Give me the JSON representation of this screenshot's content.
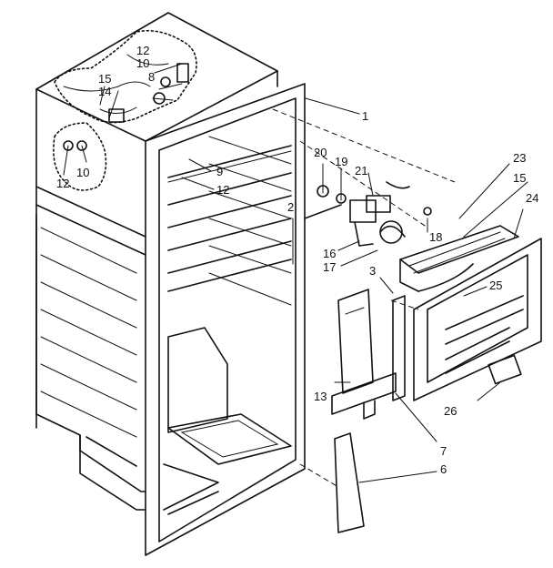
{
  "diagram": {
    "callouts": [
      {
        "id": "c1",
        "text": "1"
      },
      {
        "id": "c2",
        "text": "2"
      },
      {
        "id": "c3",
        "text": "3"
      },
      {
        "id": "c6",
        "text": "6"
      },
      {
        "id": "c7",
        "text": "7"
      },
      {
        "id": "c8",
        "text": "8"
      },
      {
        "id": "c9",
        "text": "9"
      },
      {
        "id": "c10a",
        "text": "10"
      },
      {
        "id": "c10b",
        "text": "10"
      },
      {
        "id": "c12a",
        "text": "12"
      },
      {
        "id": "c12b",
        "text": "12"
      },
      {
        "id": "c12c",
        "text": "12"
      },
      {
        "id": "c13",
        "text": "13"
      },
      {
        "id": "c14",
        "text": "14"
      },
      {
        "id": "c15a",
        "text": "15"
      },
      {
        "id": "c15b",
        "text": "15"
      },
      {
        "id": "c16",
        "text": "16"
      },
      {
        "id": "c17",
        "text": "17"
      },
      {
        "id": "c18",
        "text": "18"
      },
      {
        "id": "c19",
        "text": "19"
      },
      {
        "id": "c20",
        "text": "20"
      },
      {
        "id": "c21",
        "text": "21"
      },
      {
        "id": "c23",
        "text": "23"
      },
      {
        "id": "c24",
        "text": "24"
      },
      {
        "id": "c25",
        "text": "25"
      },
      {
        "id": "c26",
        "text": "26"
      }
    ]
  }
}
